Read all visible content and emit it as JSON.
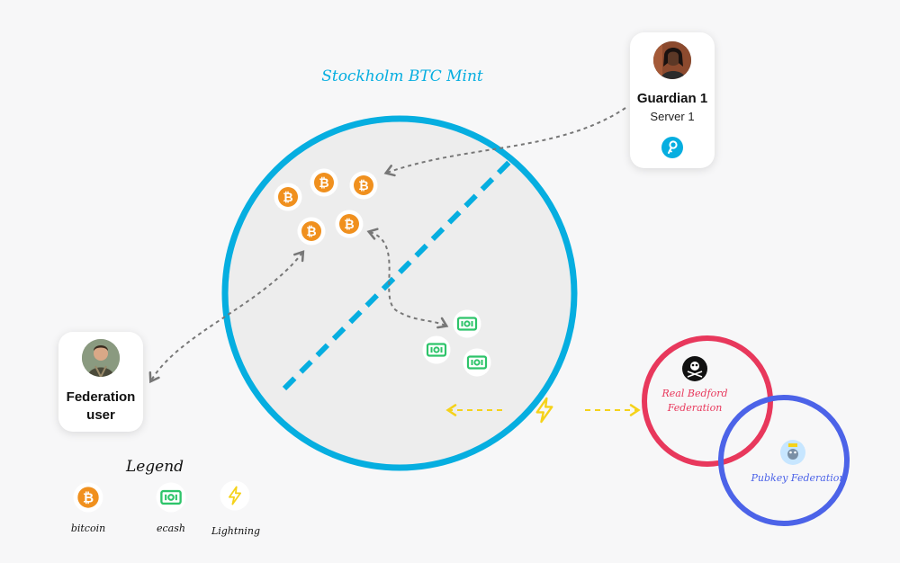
{
  "mint": {
    "title": "Stockholm BTC Mint"
  },
  "guardian": {
    "name": "Guardian 1",
    "server": "Server 1"
  },
  "user": {
    "label": "Federation user"
  },
  "federations": [
    {
      "name": "Real Bedford Federation",
      "color": "#e8385c"
    },
    {
      "name": "Pubkey Federation",
      "color": "#4c63e8"
    }
  ],
  "legend": {
    "title": "Legend",
    "items": [
      {
        "label": "bitcoin",
        "icon": "bitcoin-icon"
      },
      {
        "label": "ecash",
        "icon": "ecash-icon"
      },
      {
        "label": "Lightning",
        "icon": "lightning-icon"
      }
    ]
  },
  "colors": {
    "mint_border": "#06aee0",
    "bitcoin": "#f0901e",
    "ecash": "#2ec46a",
    "lightning": "#f5d21a",
    "arrow": "#777777"
  }
}
